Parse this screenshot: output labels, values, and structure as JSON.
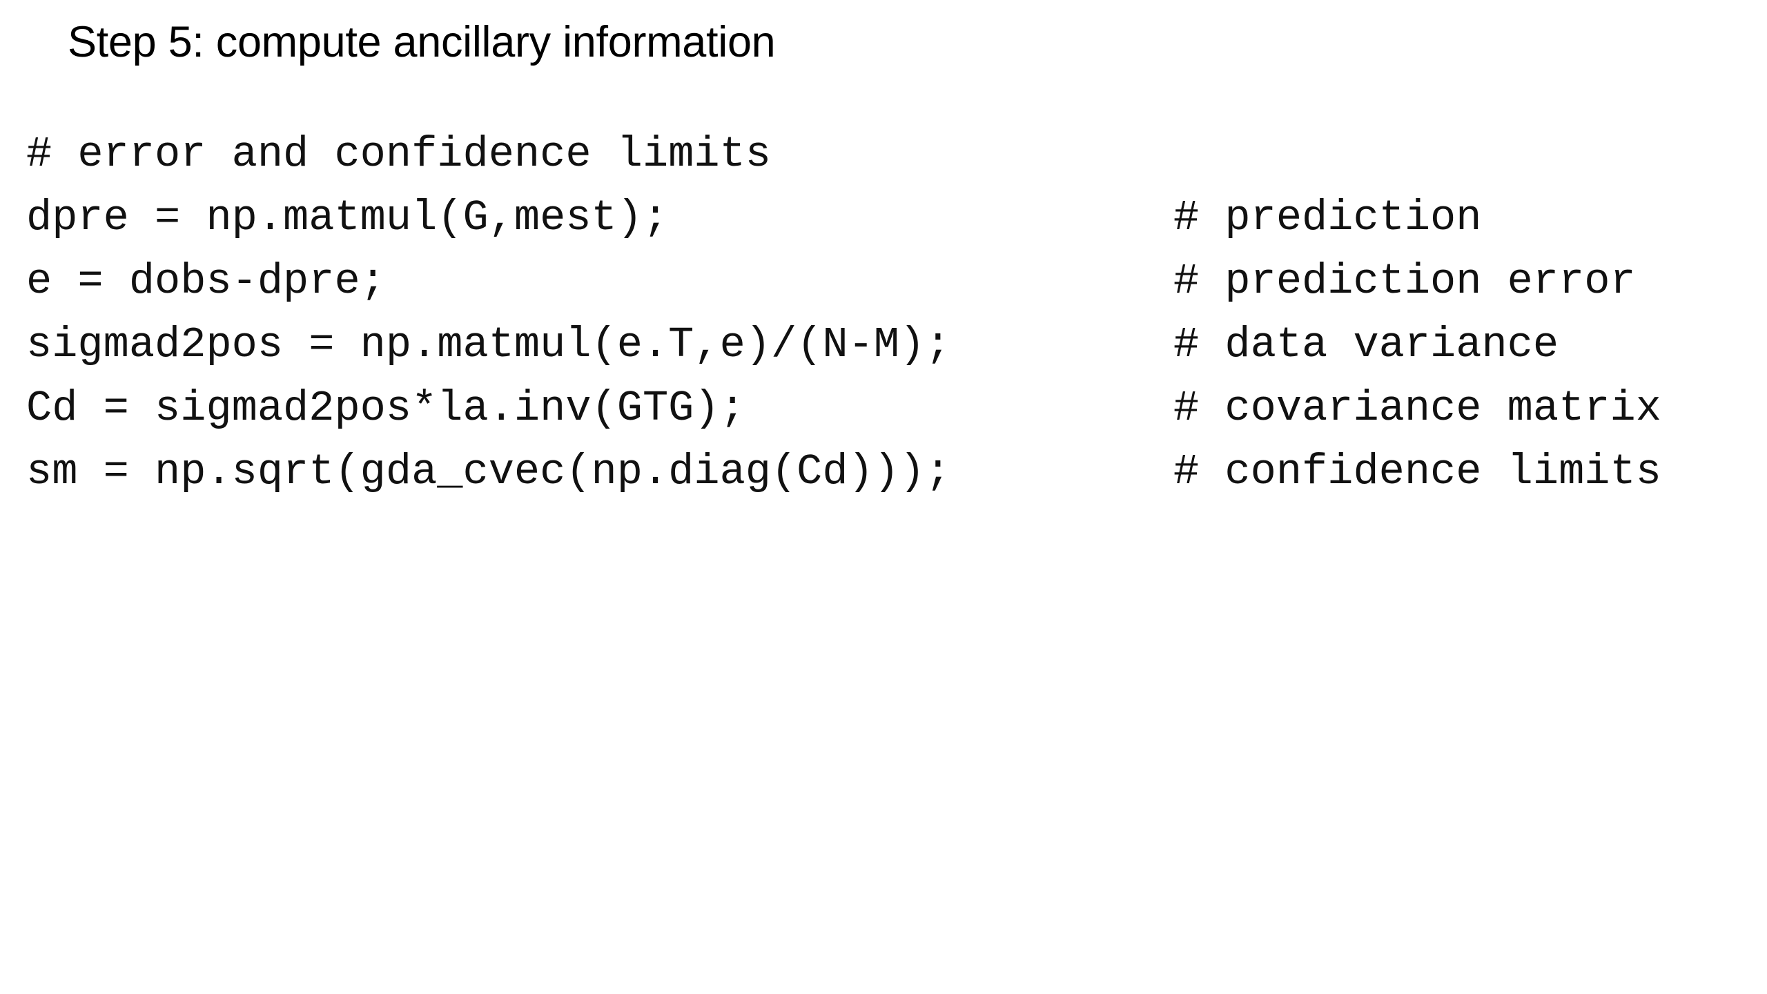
{
  "slide": {
    "title": "Step 5: compute ancillary information",
    "background_color": "#ffffff",
    "text_color": "#000000"
  },
  "code": {
    "language": "python",
    "lines": [
      {
        "code": "# error and confidence limits",
        "comment": ""
      },
      {
        "code": "dpre = np.matmul(G,mest);",
        "comment": "# prediction"
      },
      {
        "code": "e = dobs-dpre;",
        "comment": "# prediction error"
      },
      {
        "code": "sigmad2pos = np.matmul(e.T,e)/(N-M);",
        "comment": "# data variance"
      },
      {
        "code": "Cd = sigmad2pos*la.inv(GTG);",
        "comment": "# covariance matrix"
      },
      {
        "code": "sm = np.sqrt(gda_cvec(np.diag(Cd)));",
        "comment": "# confidence limits"
      }
    ]
  }
}
